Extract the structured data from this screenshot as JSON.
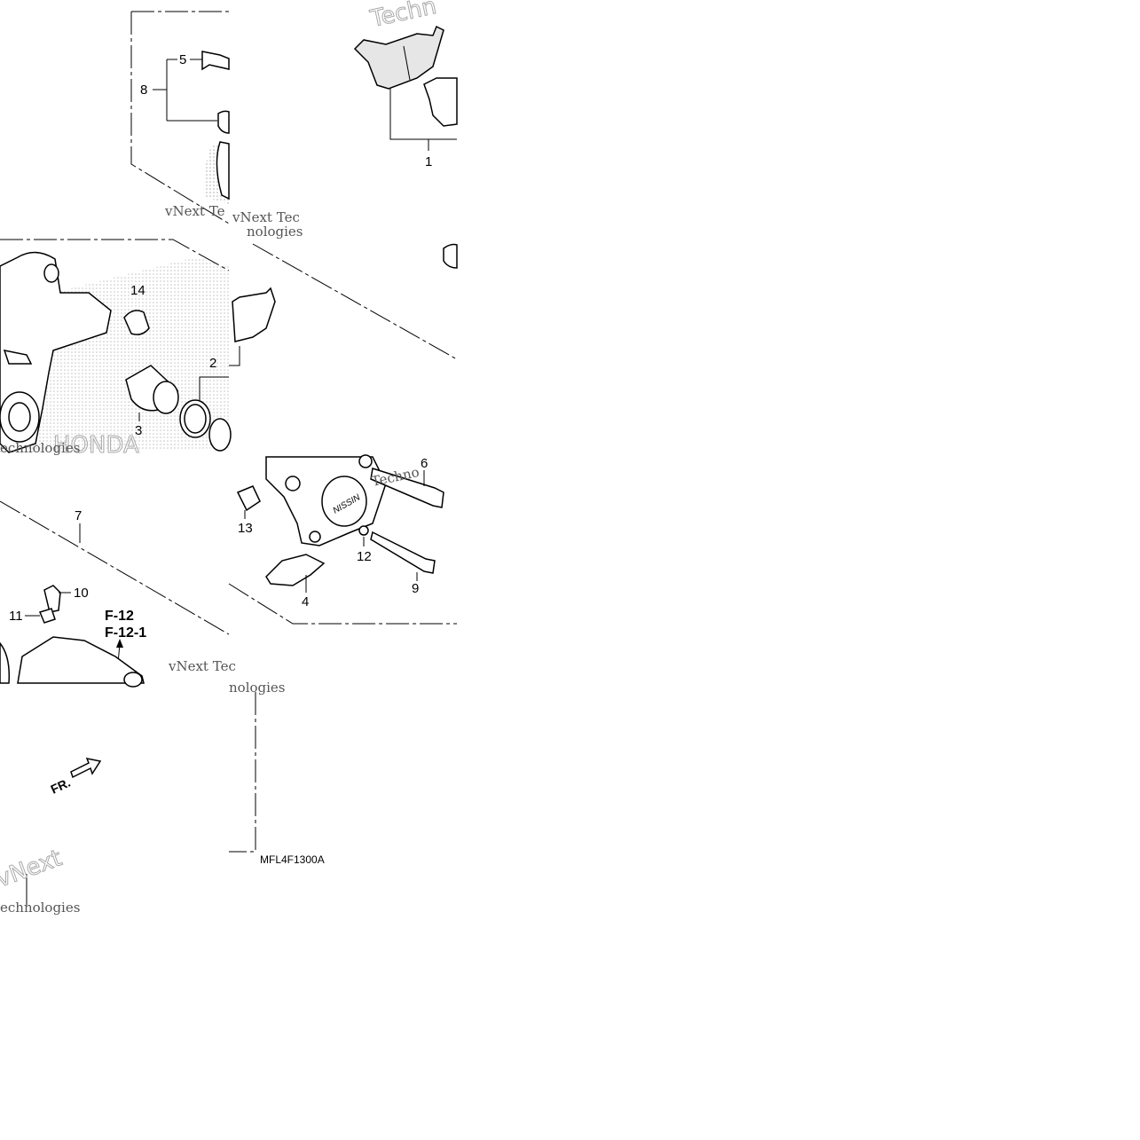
{
  "callouts": {
    "c1": "1",
    "c2": "2",
    "c3": "3",
    "c4": "4",
    "c5": "5",
    "c6": "6",
    "c7": "7",
    "c8": "8",
    "c9": "9",
    "c10": "10",
    "c11": "11",
    "c12": "12",
    "c13": "13",
    "c14": "14"
  },
  "refs": {
    "f12": "F-12",
    "f12_1": "F-12-1"
  },
  "arrow_label": "FR.",
  "diagram_code": "MFL4F1300A",
  "caliper_mark": "NISSIN",
  "watermarks": {
    "w1": "vNext Te",
    "w2": "vNext Tec",
    "w3": "nologies",
    "w4": "echnologies",
    "w5": "Technologies",
    "w6": "Techn",
    "w7": "Techno",
    "w8": "vNext",
    "w9": "HONDA"
  }
}
